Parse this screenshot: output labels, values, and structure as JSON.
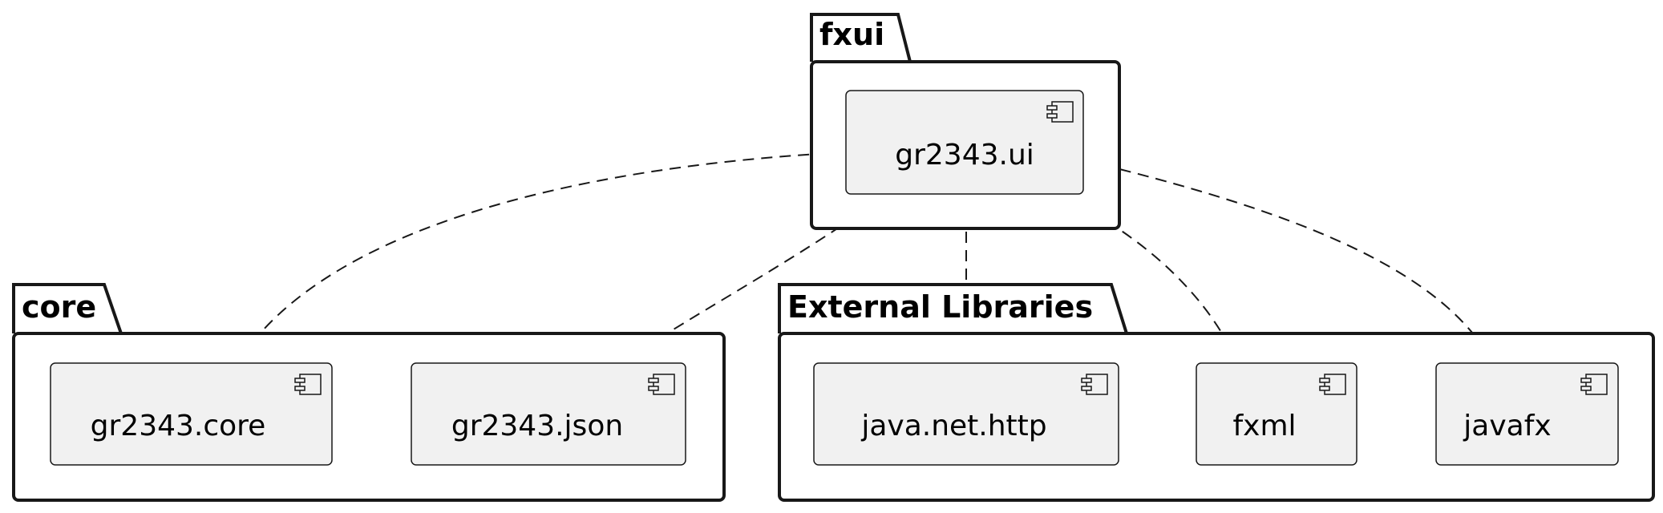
{
  "diagram": {
    "packages": {
      "fxui": "fxui",
      "core": "core",
      "external": "External Libraries"
    },
    "components": {
      "ui": "gr2343.ui",
      "core": "gr2343.core",
      "json": "gr2343.json",
      "http": "java.net.http",
      "fxml": "fxml",
      "javafx": "javafx"
    },
    "dependencies": [
      {
        "from": "gr2343.ui",
        "to": "gr2343.core"
      },
      {
        "from": "gr2343.ui",
        "to": "gr2343.json"
      },
      {
        "from": "gr2343.ui",
        "to": "java.net.http"
      },
      {
        "from": "gr2343.ui",
        "to": "fxml"
      },
      {
        "from": "gr2343.ui",
        "to": "javafx"
      }
    ]
  }
}
